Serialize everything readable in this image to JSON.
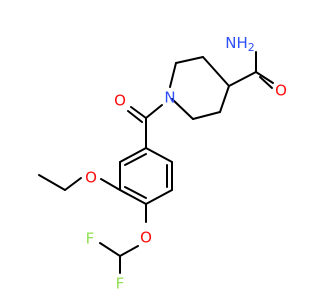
{
  "colors": {
    "bond": "#000000",
    "oxygen": "#ff0d0d",
    "nitrogen": "#3050f8",
    "fluorine": "#90e050",
    "background": "#ffffff"
  },
  "atoms": {
    "amide_n": "NH",
    "amide_n_sub": "2",
    "amide_o": "O",
    "ring_n": "N",
    "carbonyl_o": "O",
    "ether_o_top": "O",
    "ether_o_bottom": "O",
    "f1": "F",
    "f2": "F"
  }
}
